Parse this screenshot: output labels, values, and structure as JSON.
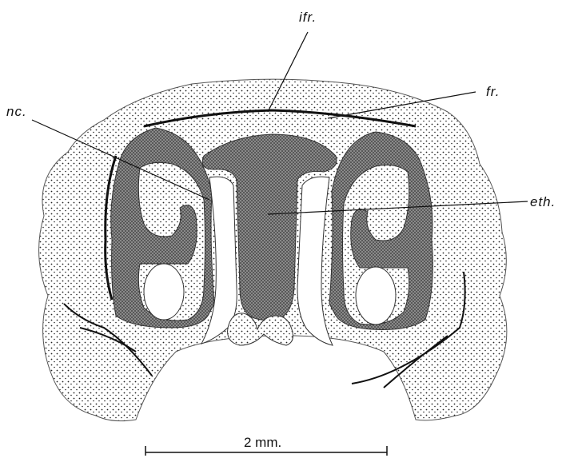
{
  "figure": {
    "labels": {
      "ifr": "ifr.",
      "fr": "fr.",
      "nc": "nc.",
      "eth": "eth."
    },
    "scale_bar": {
      "text": "2 mm."
    },
    "colors": {
      "background": "#ffffff",
      "stipple_light": "#efefef",
      "stipple_dark": "#7a7a7a",
      "cavity": "#ffffff",
      "ink": "#111111"
    }
  }
}
